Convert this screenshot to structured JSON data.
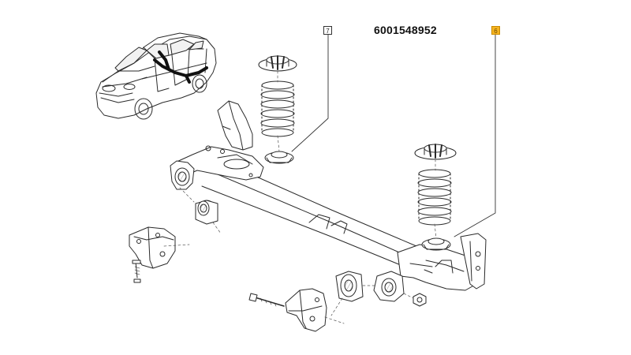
{
  "diagram": {
    "part_number": "6001548952",
    "callouts": [
      {
        "id": "7",
        "highlighted": false
      },
      {
        "id": "6",
        "highlighted": true
      }
    ],
    "colors": {
      "line": "#2a2a2a",
      "highlight": "#f6b421",
      "background": "#ffffff"
    },
    "parts": [
      "car-overview",
      "rear-axle-beam",
      "coil-spring-left",
      "coil-spring-right",
      "spring-upper-seat-left",
      "spring-upper-seat-right",
      "spring-lower-seat-left",
      "spring-lower-seat-right",
      "bushing-left",
      "bushing-right",
      "mounting-bracket-left",
      "mounting-bracket-right",
      "bolt-left",
      "bolt-right",
      "nut"
    ]
  }
}
